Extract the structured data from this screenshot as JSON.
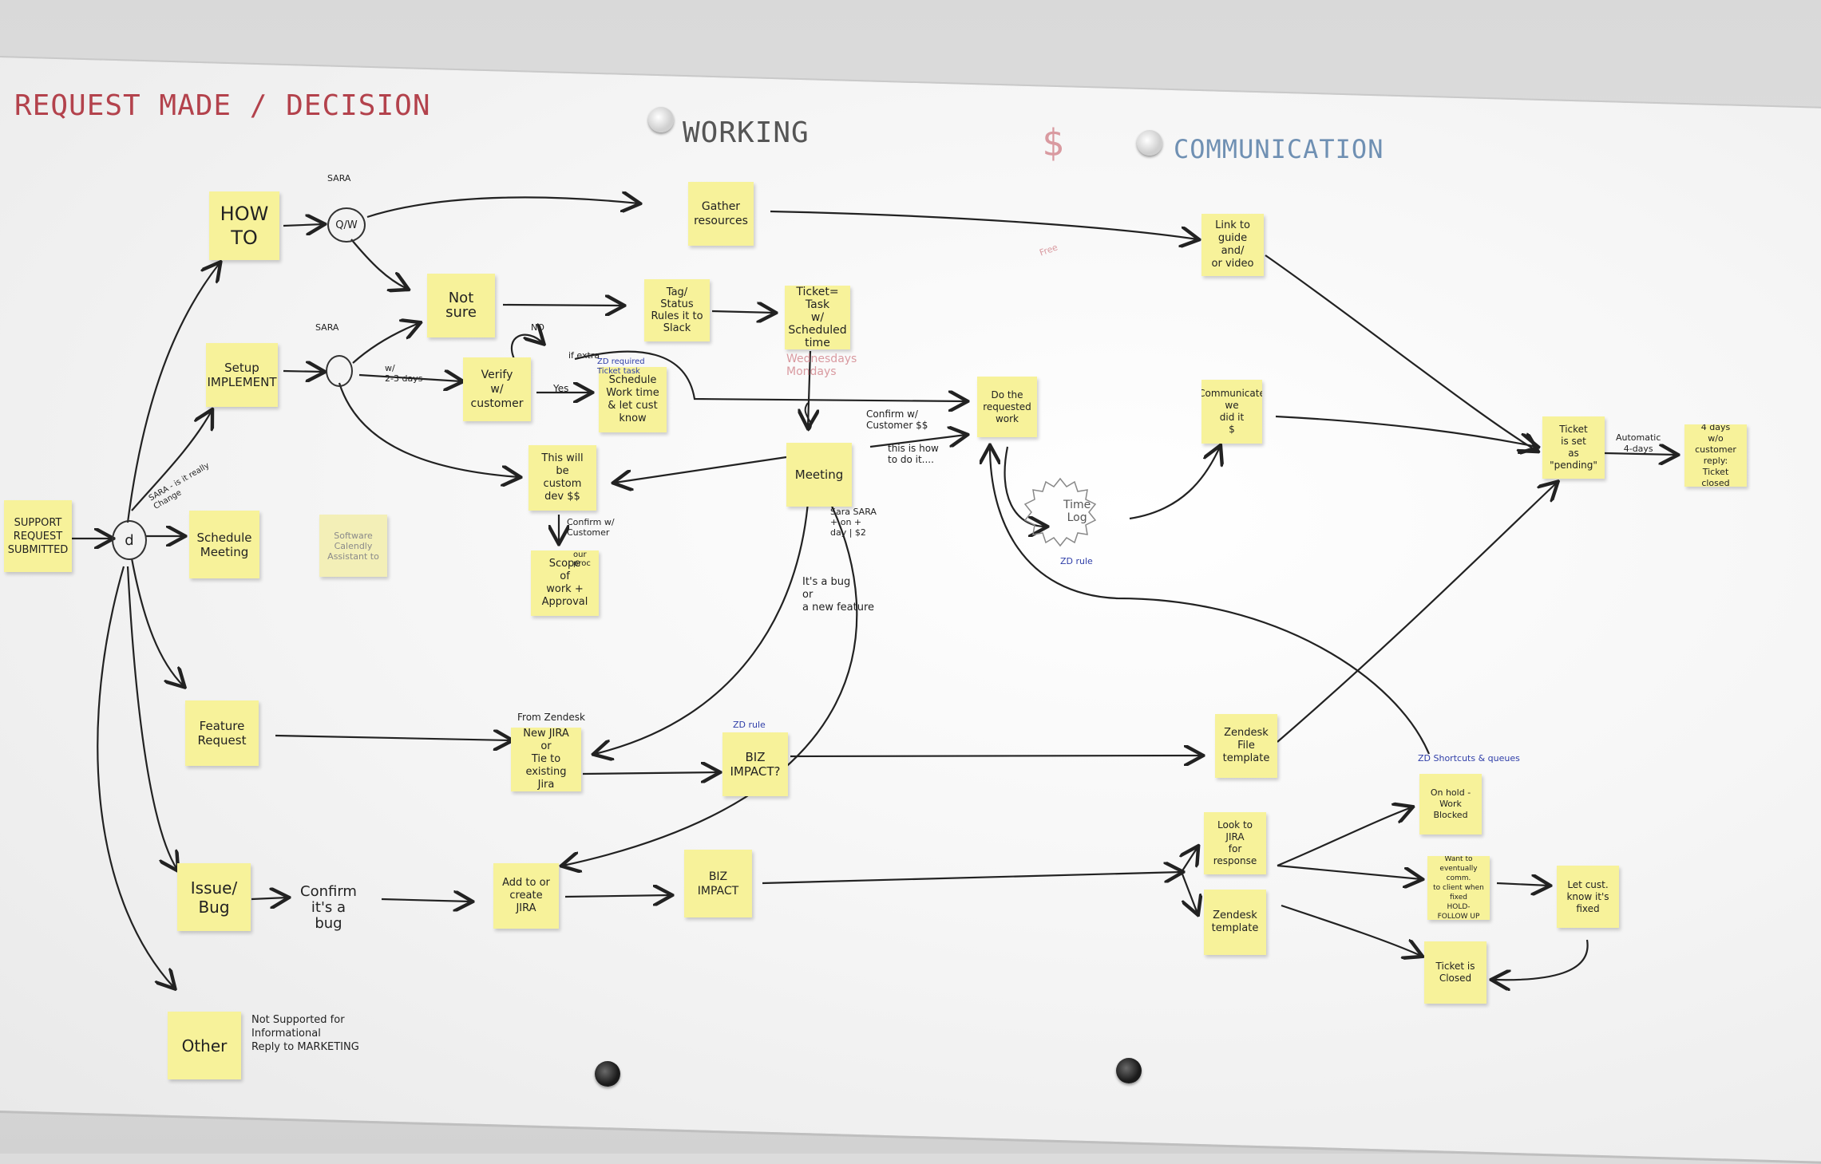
{
  "headers": {
    "request": "REQUEST MADE / DECISION",
    "working": "WORKING",
    "money": "$",
    "communication": "COMMUNICATION"
  },
  "notes": {
    "support_request": "SUPPORT\nREQUEST\nSUBMITTED",
    "how_to": "HOW\nTO",
    "setup_implement": "Setup\nIMPLEMENT",
    "schedule_meeting": "Schedule\nMeeting",
    "calendly": "Software\nCalendly\nAssistant to",
    "feature_request": "Feature\nRequest",
    "issue_bug": "Issue/\nBug",
    "other": "Other",
    "gather_resources": "Gather\nresources",
    "not_sure": "Not\nsure",
    "verify": "Verify\nw/ customer",
    "tag_status": "Tag/\nStatus\nRules it to\nSlack",
    "ticket_task": "Ticket=\nTask\nw/ Scheduled\ntime",
    "schedule_work": "Schedule\nWork time\n& let cust\nknow",
    "custom_dev": "This will\nbe\ncustom\ndev $$",
    "meeting": "Meeting",
    "scope_work": "Scope\nof\nwork +\nApproval",
    "new_jira": "New JIRA\nor\nTie to existing\nJira",
    "biz_impact_1": "BIZ\nIMPACT?",
    "add_jira": "Add to or\ncreate\nJIRA",
    "biz_impact_2": "BIZ\nIMPACT",
    "do_work": "Do the\nrequested\nwork",
    "link_guide": "Link to\nguide and/\nor video",
    "communicate": "Communicate\nwe\ndid it\n$",
    "zendesk_file": "Zendesk\nFile\ntemplate",
    "look_jira": "Look to\nJIRA\nfor response",
    "zendesk_template": "Zendesk\ntemplate",
    "ticket_pending": "Ticket\nis set\nas \"pending\"",
    "four_days": "4 days\nw/o customer\nreply:\nTicket closed",
    "on_hold": "On hold -\nWork\nBlocked",
    "hold_follow": "Want to\neventually comm.\nto client when\nfixed\nHOLD-FOLLOW UP",
    "ticket_closed": "Ticket is\nClosed",
    "let_cust_know": "Let cust.\nknow it's\nfixed"
  },
  "labels": {
    "sara_top": "SARA",
    "qw": "Q/W",
    "sara_mid": "SARA",
    "wi_days": "w/\n2-3 days",
    "no": "NO",
    "yes": "Yes",
    "if_extra": "if extra",
    "zd_required": "ZD required\nTicket task",
    "wednesdays": "Wednesdays\nMondays",
    "confirm_cust": "Confirm w/\nCustomer $$",
    "this_is_how": "this is how\nto do it....",
    "confirm_w_customer": "Confirm w/\nCustomer",
    "our_proc": "our\nproc",
    "sara_scope": "SARA - is it really\nChange",
    "d": "d",
    "sara_day": "Sara    SARA\n+ on    +\nday  | $2",
    "bug_feature": "It's a bug\nor\na new feature",
    "from_zendesk": "From Zendesk",
    "zd_rule_1": "ZD rule",
    "zd_rule_2": "ZD rule",
    "time_log": "Time\nLog",
    "free": "Free",
    "confirm_bug": "Confirm\nit's a\nbug",
    "not_supported": "Not Supported for\nInformational\nReply to MARKETING",
    "automatic": "Automatic\n4-days",
    "zd_shortcuts": "ZD Shortcuts & queues"
  },
  "colors": {
    "sticky": "#f7f29a",
    "ink": "#222222",
    "header_red": "#b3424c",
    "header_blue": "#6f90b3",
    "header_money": "#d99aa0",
    "blue_ink": "#2f3ea8"
  }
}
